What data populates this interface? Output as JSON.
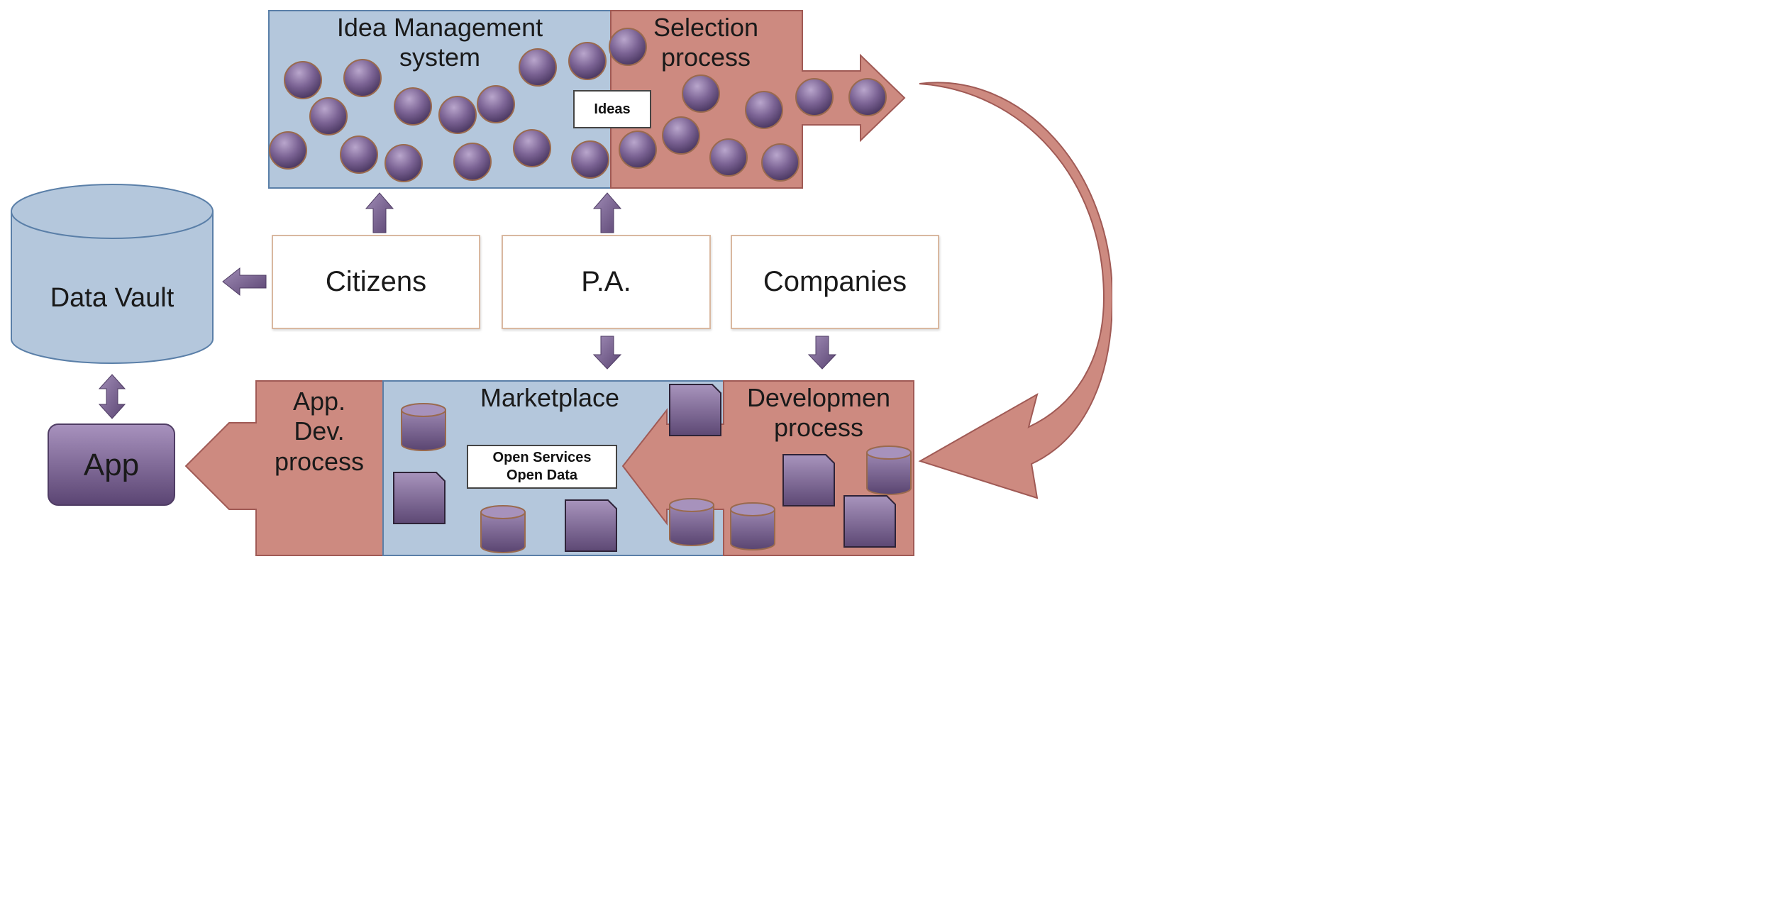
{
  "idea_management": {
    "title": "Idea Management\nsystem",
    "ideas_tag": "Ideas"
  },
  "selection": {
    "title": "Selection\nprocess"
  },
  "actors": {
    "citizens": "Citizens",
    "pa": "P.A.",
    "companies": "Companies"
  },
  "data_vault": {
    "label": "Data Vault"
  },
  "app": {
    "label": "App"
  },
  "app_dev": {
    "title": "App.\nDev.\nprocess"
  },
  "marketplace": {
    "title": "Marketplace",
    "services_tag": "Open Services\nOpen Data"
  },
  "development": {
    "title": "Developmen\nprocess"
  },
  "colors": {
    "blue_fill": "#b4c7dc",
    "blue_border": "#5a7fa8",
    "red_fill": "#cd8a80",
    "red_border": "#a05a55",
    "purple_dark": "#4f3c64",
    "purple_light": "#a08cb6"
  }
}
